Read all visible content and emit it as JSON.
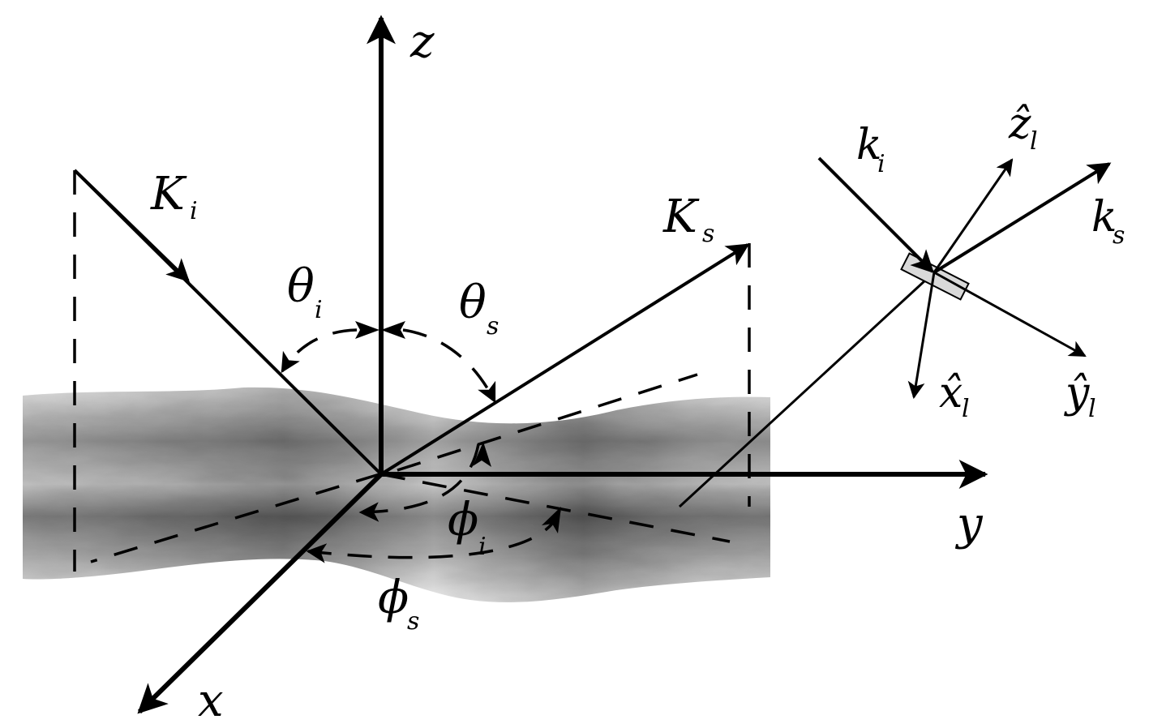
{
  "labels": {
    "z": "z",
    "y": "y",
    "x": "x",
    "Ki_main": "K",
    "Ki_sub": "i",
    "Ks_main": "K",
    "Ks_sub": "s",
    "theta_i_main": "θ",
    "theta_i_sub": "i",
    "theta_s_main": "θ",
    "theta_s_sub": "s",
    "phi_i_main": "ϕ",
    "phi_i_sub": "i",
    "phi_s_main": "ϕ",
    "phi_s_sub": "s",
    "ki_main": "k",
    "ki_sub": "i",
    "ks_main": "k",
    "ks_sub": "s",
    "zl_main": "ẑ",
    "zl_sub": "l",
    "xl_main": "x̂",
    "xl_sub": "l",
    "yl_main": "ŷ",
    "yl_sub": "l"
  },
  "colors": {
    "ink": "#000000",
    "surface_light": "#d8d8d8",
    "surface_dark": "#5a5a5a",
    "leaf_fill": "#d9d9d9"
  }
}
